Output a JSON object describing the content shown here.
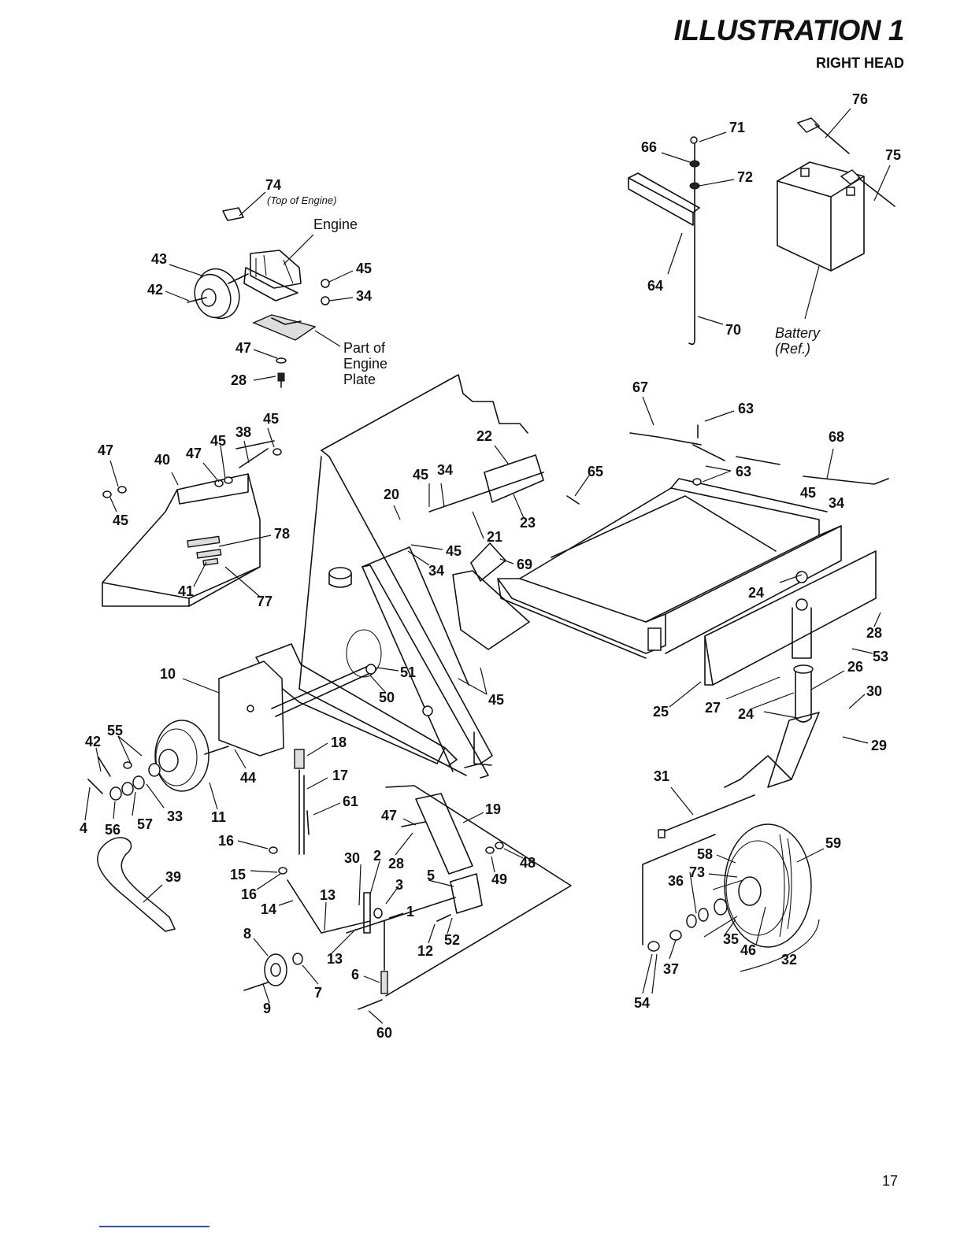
{
  "header": {
    "title": "ILLUSTRATION 1",
    "subtitle": "RIGHT HEAD"
  },
  "labels": {
    "engine": "Engine",
    "top_of_engine": "(Top of Engine)",
    "engine_plate_1": "Part of",
    "engine_plate_2": "Engine",
    "engine_plate_3": "Plate",
    "battery_1": "Battery",
    "battery_2": "(Ref.)"
  },
  "callouts": [
    {
      "id": "c74",
      "text": "74"
    },
    {
      "id": "c43",
      "text": "43"
    },
    {
      "id": "c42a",
      "text": "42"
    },
    {
      "id": "c45a",
      "text": "45"
    },
    {
      "id": "c34a",
      "text": "34"
    },
    {
      "id": "c47a",
      "text": "47"
    },
    {
      "id": "c28a",
      "text": "28"
    },
    {
      "id": "c76",
      "text": "76"
    },
    {
      "id": "c71",
      "text": "71"
    },
    {
      "id": "c66",
      "text": "66"
    },
    {
      "id": "c72",
      "text": "72"
    },
    {
      "id": "c75",
      "text": "75"
    },
    {
      "id": "c64",
      "text": "64"
    },
    {
      "id": "c70",
      "text": "70"
    },
    {
      "id": "c67",
      "text": "67"
    },
    {
      "id": "c63a",
      "text": "63"
    },
    {
      "id": "c68",
      "text": "68"
    },
    {
      "id": "c63b",
      "text": "63"
    },
    {
      "id": "c45b",
      "text": "45"
    },
    {
      "id": "c38",
      "text": "38"
    },
    {
      "id": "c45c",
      "text": "45"
    },
    {
      "id": "c47b",
      "text": "47"
    },
    {
      "id": "c47c",
      "text": "47"
    },
    {
      "id": "c40",
      "text": "40"
    },
    {
      "id": "c45d",
      "text": "45"
    },
    {
      "id": "c22",
      "text": "22"
    },
    {
      "id": "c45e",
      "text": "45"
    },
    {
      "id": "c34b",
      "text": "34"
    },
    {
      "id": "c65",
      "text": "65"
    },
    {
      "id": "c20",
      "text": "20"
    },
    {
      "id": "c23",
      "text": "23"
    },
    {
      "id": "c45f",
      "text": "45"
    },
    {
      "id": "c34c",
      "text": "34"
    },
    {
      "id": "c21",
      "text": "21"
    },
    {
      "id": "c78",
      "text": "78"
    },
    {
      "id": "c45g",
      "text": "45"
    },
    {
      "id": "c34d",
      "text": "34"
    },
    {
      "id": "c69",
      "text": "69"
    },
    {
      "id": "c41",
      "text": "41"
    },
    {
      "id": "c77",
      "text": "77"
    },
    {
      "id": "c24a",
      "text": "24"
    },
    {
      "id": "c28b",
      "text": "28"
    },
    {
      "id": "c53",
      "text": "53"
    },
    {
      "id": "c10",
      "text": "10"
    },
    {
      "id": "c51",
      "text": "51"
    },
    {
      "id": "c50",
      "text": "50"
    },
    {
      "id": "c45h",
      "text": "45"
    },
    {
      "id": "c26",
      "text": "26"
    },
    {
      "id": "c30a",
      "text": "30"
    },
    {
      "id": "c25",
      "text": "25"
    },
    {
      "id": "c27",
      "text": "27"
    },
    {
      "id": "c24b",
      "text": "24"
    },
    {
      "id": "c29",
      "text": "29"
    },
    {
      "id": "c55",
      "text": "55"
    },
    {
      "id": "c42b",
      "text": "42"
    },
    {
      "id": "c18",
      "text": "18"
    },
    {
      "id": "c44",
      "text": "44"
    },
    {
      "id": "c17",
      "text": "17"
    },
    {
      "id": "c31",
      "text": "31"
    },
    {
      "id": "c61",
      "text": "61"
    },
    {
      "id": "c4",
      "text": "4"
    },
    {
      "id": "c56",
      "text": "56"
    },
    {
      "id": "c57",
      "text": "57"
    },
    {
      "id": "c33",
      "text": "33"
    },
    {
      "id": "c11",
      "text": "11"
    },
    {
      "id": "c19",
      "text": "19"
    },
    {
      "id": "c47d",
      "text": "47"
    },
    {
      "id": "c16a",
      "text": "16"
    },
    {
      "id": "c59",
      "text": "59"
    },
    {
      "id": "c58",
      "text": "58"
    },
    {
      "id": "c30b",
      "text": "30"
    },
    {
      "id": "c2",
      "text": "2"
    },
    {
      "id": "c28c",
      "text": "28"
    },
    {
      "id": "c48",
      "text": "48"
    },
    {
      "id": "c15",
      "text": "15"
    },
    {
      "id": "c39",
      "text": "39"
    },
    {
      "id": "c73",
      "text": "73"
    },
    {
      "id": "c36",
      "text": "36"
    },
    {
      "id": "c3",
      "text": "3"
    },
    {
      "id": "c5",
      "text": "5"
    },
    {
      "id": "c49",
      "text": "49"
    },
    {
      "id": "c16b",
      "text": "16"
    },
    {
      "id": "c13a",
      "text": "13"
    },
    {
      "id": "c14",
      "text": "14"
    },
    {
      "id": "c1",
      "text": "1"
    },
    {
      "id": "c8",
      "text": "8"
    },
    {
      "id": "c52",
      "text": "52"
    },
    {
      "id": "c12",
      "text": "12"
    },
    {
      "id": "c13b",
      "text": "13"
    },
    {
      "id": "c35",
      "text": "35"
    },
    {
      "id": "c46",
      "text": "46"
    },
    {
      "id": "c32",
      "text": "32"
    },
    {
      "id": "c37",
      "text": "37"
    },
    {
      "id": "c6",
      "text": "6"
    },
    {
      "id": "c7",
      "text": "7"
    },
    {
      "id": "c9",
      "text": "9"
    },
    {
      "id": "c54",
      "text": "54"
    },
    {
      "id": "c60",
      "text": "60"
    }
  ],
  "page_number": "17"
}
